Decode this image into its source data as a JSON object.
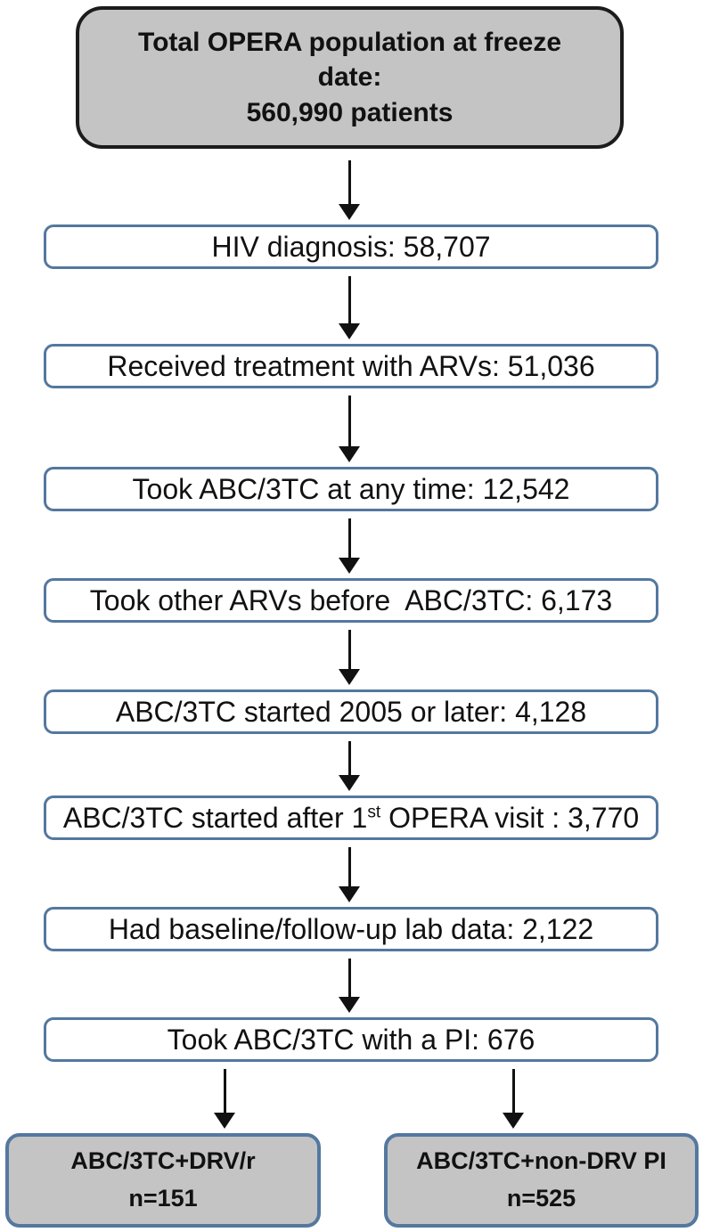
{
  "colors": {
    "accent_border": "#54789f",
    "gray_fill": "#c4c4c4",
    "dark_border": "#1c1c1c",
    "arrow_color": "#111111",
    "text_color": "#111111"
  },
  "top_box": {
    "line1": "Total OPERA population at freeze",
    "line2": "date:",
    "line3": "560,990 patients"
  },
  "steps": [
    {
      "label": "HIV diagnosis: 58,707"
    },
    {
      "label": "Received treatment with ARVs: 51,036"
    },
    {
      "label": "Took ABC/3TC at any time: 12,542"
    },
    {
      "label": "Took other ARVs before  ABC/3TC: 6,173"
    },
    {
      "label": "ABC/3TC started 2005 or later: 4,128"
    },
    {
      "prefix": "ABC/3TC started after 1",
      "sup": "st",
      "suffix": " OPERA visit : 3,770"
    },
    {
      "label": "Had baseline/follow-up lab data: 2,122"
    },
    {
      "label": "Took ABC/3TC with a PI: 676"
    }
  ],
  "outcomes": [
    {
      "line1": "ABC/3TC+DRV/r",
      "line2": "n=151"
    },
    {
      "line1": "ABC/3TC+non-DRV PI",
      "line2": "n=525"
    }
  ]
}
